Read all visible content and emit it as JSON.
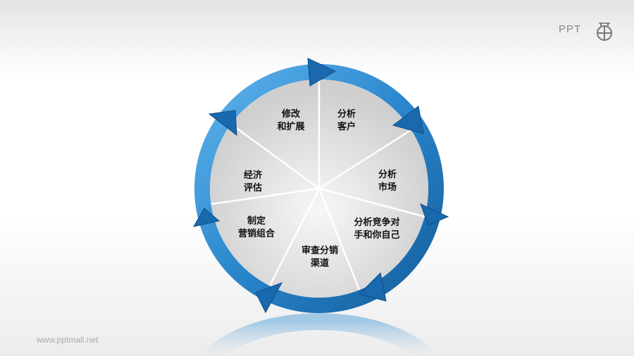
{
  "logo": {
    "text": "PPT",
    "icon": "globe-icon"
  },
  "footer": {
    "url": "www.pptmall.net"
  },
  "diagram": {
    "type": "cycle",
    "segments": [
      {
        "label": "分析\n客户"
      },
      {
        "label": "分析\n市场"
      },
      {
        "label": "分析竞争对\n手和你自己"
      },
      {
        "label": "审查分销\n渠道"
      },
      {
        "label": "制定\n营销组合"
      },
      {
        "label": "经济\n评估"
      },
      {
        "label": "修改\n和扩展"
      }
    ],
    "colors": {
      "ring": "#2a86cc",
      "ring_dark": "#15609e",
      "arrow": "#1a68ad",
      "pie": "#dcdcdc"
    }
  }
}
